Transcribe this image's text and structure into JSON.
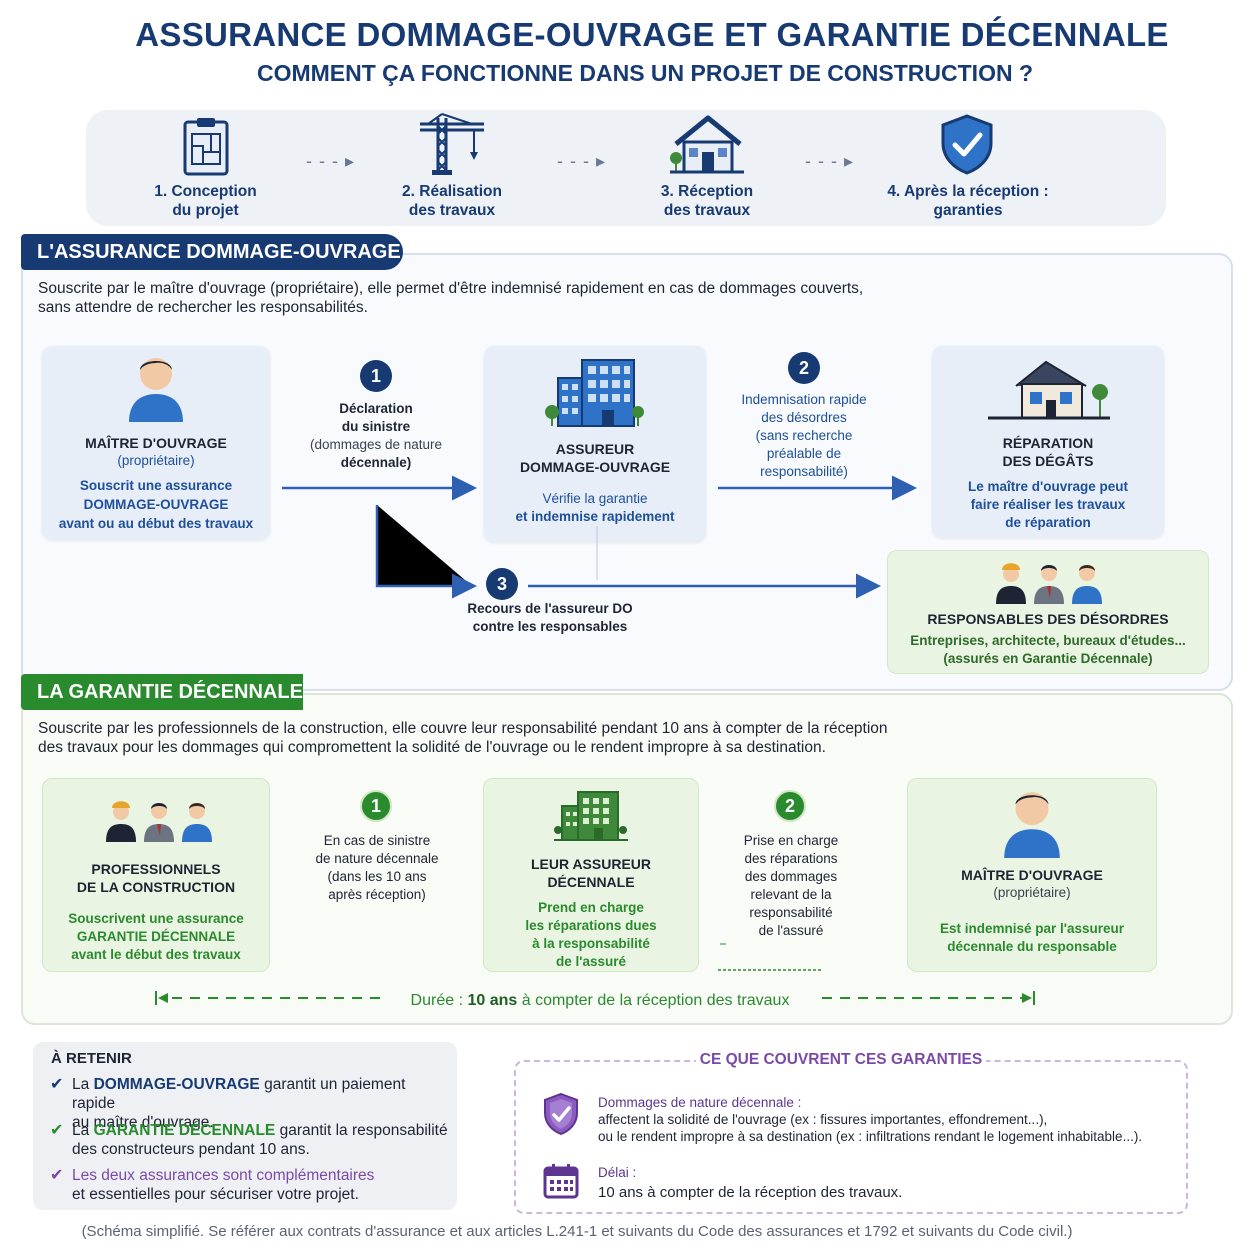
{
  "header": {
    "title": "ASSURANCE DOMMAGE-OUVRAGE ET GARANTIE DÉCENNALE",
    "subtitle": "COMMENT ÇA FONCTIONNE DANS UN PROJET DE CONSTRUCTION ?"
  },
  "steps": [
    {
      "line1": "1. Conception",
      "line2": "du projet",
      "icon": "clipboard-icon"
    },
    {
      "line1": "2. Réalisation",
      "line2": "des travaux",
      "icon": "crane-icon"
    },
    {
      "line1": "3. Réception",
      "line2": "des travaux",
      "icon": "house-icon"
    },
    {
      "line1": "4. Après la réception :",
      "line2": "garanties",
      "icon": "shield-check-icon"
    }
  ],
  "dommage_ouvrage": {
    "tab": "L'ASSURANCE DOMMAGE-OUVRAGE",
    "intro1": "Souscrite par le maître d'ouvrage (propriétaire), elle permet d'être indemnisé rapidement en cas de dommages couverts,",
    "intro2": "sans attendre de rechercher les responsabilités.",
    "owner": {
      "title": "MAÎTRE D'OUVRAGE",
      "sub": "(propriétaire)",
      "l1": "Souscrit une assurance",
      "l2": "DOMMAGE-OUVRAGE",
      "l3": "avant ou au début des travaux"
    },
    "step1": {
      "num": "1",
      "l1": "Déclaration",
      "l2": "du sinistre",
      "l3": "(dommages de nature",
      "l4": "décennale)"
    },
    "insurer": {
      "title1": "ASSUREUR",
      "title2": "DOMMAGE-OUVRAGE",
      "l1": "Vérifie la garantie",
      "l2": "et indemnise rapidement"
    },
    "step2": {
      "num": "2",
      "l1": "Indemnisation rapide",
      "l2": "des désordres",
      "l3": "(sans recherche",
      "l4": "préalable de",
      "l5": "responsabilité)"
    },
    "repair": {
      "title1": "RÉPARATION",
      "title2": "DES DÉGÂTS",
      "l1": "Le maître d'ouvrage peut",
      "l2": "faire réaliser les travaux",
      "l3": "de réparation"
    },
    "step3": {
      "num": "3",
      "l1": "Recours de l'assureur DO",
      "l2": "contre les responsables"
    },
    "responsible": {
      "title": "RESPONSABLES DES DÉSORDRES",
      "l1": "Entreprises, architecte, bureaux d'études...",
      "l2": "(assurés en Garantie Décennale)"
    }
  },
  "decennale": {
    "tab": "LA GARANTIE DÉCENNALE",
    "intro1": "Souscrite par les professionnels de la construction, elle couvre leur responsabilité pendant 10 ans à compter de la réception",
    "intro2": "des travaux pour les dommages qui compromettent la solidité de l'ouvrage ou le rendent impropre à sa destination.",
    "pros": {
      "title1": "PROFESSIONNELS",
      "title2": "DE LA CONSTRUCTION",
      "l1": "Souscrivent une assurance",
      "l2": "GARANTIE DÉCENNALE",
      "l3": "avant le début des travaux"
    },
    "step1": {
      "num": "1",
      "l1": "En cas de sinistre",
      "l2": "de nature décennale",
      "l3": "(dans les 10 ans",
      "l4": "après réception)"
    },
    "insurer": {
      "title1": "LEUR ASSUREUR",
      "title2": "DÉCENNALE",
      "l1": "Prend en charge",
      "l2": "les réparations dues",
      "l3": "à la responsabilité",
      "l4": "de l'assuré"
    },
    "step2": {
      "num": "2",
      "l1": "Prise en charge",
      "l2": "des réparations",
      "l3": "des dommages",
      "l4": "relevant de la",
      "l5": "responsabilité",
      "l6": "de l'assuré"
    },
    "owner": {
      "title": "MAÎTRE D'OUVRAGE",
      "sub": "(propriétaire)",
      "l1": "Est indemnisé par l'assureur",
      "l2": "décennale du responsable"
    },
    "duration": {
      "pre": "Durée :",
      "bold": "10 ans",
      "post": "à compter de la réception des travaux"
    }
  },
  "retain": {
    "title": "À RETENIR",
    "item1": {
      "pre": "La",
      "hl": "DOMMAGE-OUVRAGE",
      "post": "garantit un paiement rapide",
      "l2": "au maître d'ouvrage."
    },
    "item2": {
      "pre": "La",
      "hl": "GARANTIE DÉCENNALE",
      "post": "garantit la responsabilité",
      "l2": "des constructeurs pendant 10 ans."
    },
    "item3": {
      "hl": "Les deux assurances sont complémentaires",
      "l2": "et essentielles pour sécuriser votre projet."
    }
  },
  "coverage": {
    "title": "CE QUE COUVRENT CES GARANTIES",
    "damage_title": "Dommages de nature décennale :",
    "damage_l1": "affectent la solidité de l'ouvrage (ex : fissures importantes, effondrement...),",
    "damage_l2": "ou le rendent impropre à sa destination (ex : infiltrations rendant le logement inhabitable...).",
    "delay_title": "Délai :",
    "delay_l1": "10 ans à compter de la réception des travaux."
  },
  "footnote": "(Schéma simplifié. Se référer aux contrats d'assurance et aux articles L.241-1 et suivants du Code des assurances et 1792 et suivants du Code civil.)",
  "colors": {
    "navy": "#173a73",
    "blue": "#1d4f9a",
    "green": "#2a8a2e",
    "purple": "#7b4aa8"
  }
}
